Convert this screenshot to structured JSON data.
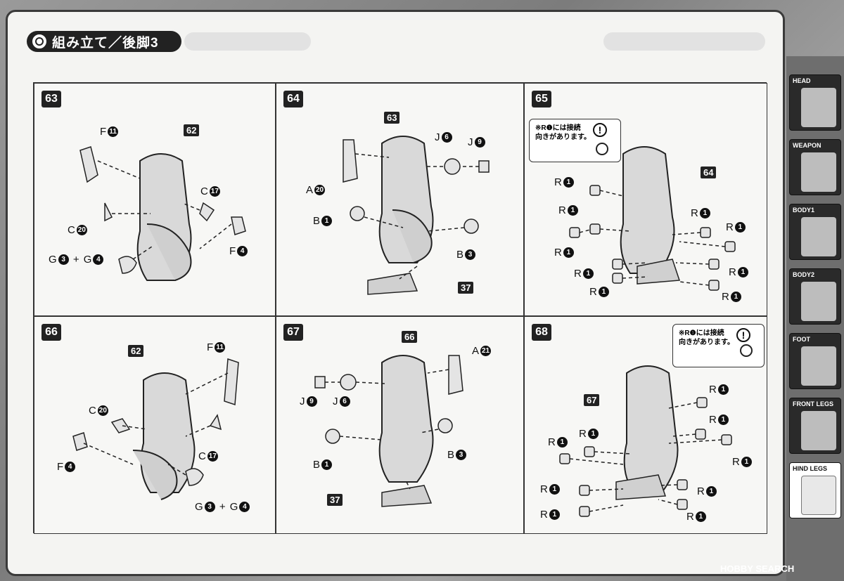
{
  "header": {
    "title": "組み立て／後脚3"
  },
  "notice_text": [
    "※R❶には接続",
    "向きがあります。"
  ],
  "steps": [
    {
      "id": "63",
      "labels": [
        [
          "F",
          "11"
        ],
        [
          "62",
          ""
        ],
        [
          "C",
          "17"
        ],
        [
          "C",
          "20"
        ],
        [
          "F",
          "4"
        ],
        [
          "G",
          "3"
        ],
        [
          "G",
          "4"
        ]
      ]
    },
    {
      "id": "64",
      "labels": [
        [
          "63",
          ""
        ],
        [
          "J",
          "6"
        ],
        [
          "J",
          "9"
        ],
        [
          "A",
          "20"
        ],
        [
          "B",
          "1"
        ],
        [
          "B",
          "3"
        ],
        [
          "37",
          ""
        ]
      ]
    },
    {
      "id": "65",
      "labels": [
        [
          "64",
          ""
        ],
        [
          "R",
          "1"
        ]
      ]
    },
    {
      "id": "66",
      "labels": [
        [
          "62",
          ""
        ],
        [
          "F",
          "11"
        ],
        [
          "C",
          "20"
        ],
        [
          "C",
          "17"
        ],
        [
          "F",
          "4"
        ],
        [
          "G",
          "3"
        ],
        [
          "G",
          "4"
        ]
      ]
    },
    {
      "id": "67",
      "labels": [
        [
          "66",
          ""
        ],
        [
          "A",
          "21"
        ],
        [
          "J",
          "9"
        ],
        [
          "J",
          "6"
        ],
        [
          "B",
          "1"
        ],
        [
          "B",
          "3"
        ],
        [
          "37",
          ""
        ]
      ]
    },
    {
      "id": "68",
      "labels": [
        [
          "67",
          ""
        ],
        [
          "R",
          "1"
        ]
      ]
    }
  ],
  "sidebar": {
    "items": [
      "HEAD",
      "WEAPON",
      "BODY1",
      "BODY2",
      "FOOT",
      "FRONT LEGS",
      "HIND LEGS"
    ],
    "active": "HIND LEGS"
  },
  "watermark": "HOBBY SEARCH"
}
